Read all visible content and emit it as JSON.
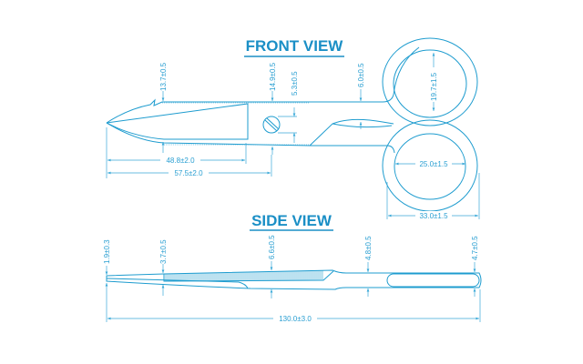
{
  "front_view": {
    "title": "FRONT VIEW",
    "dims": {
      "tip_height": "13.7±0.5",
      "blade_height": "14.9±0.5",
      "screw": "5.3±0.5",
      "shank": "6.0±0.5",
      "upper_ring": "19.7±1.5",
      "lower_ring": "25.0±1.5",
      "blade_length": "48.8±2.0",
      "pivot_length": "57.5±2.0",
      "ring_width": "33.0±1.5"
    }
  },
  "side_view": {
    "title": "SIDE VIEW",
    "dims": {
      "tip": "1.9±0.3",
      "blade_start": "3.7±0.5",
      "blade_mid": "6.6±0.5",
      "shank": "4.8±0.5",
      "handle_end": "4.7±0.5",
      "total_length": "130.0±3.0"
    }
  },
  "colors": {
    "line": "#1e9ccf",
    "title": "#1b8fc6"
  }
}
